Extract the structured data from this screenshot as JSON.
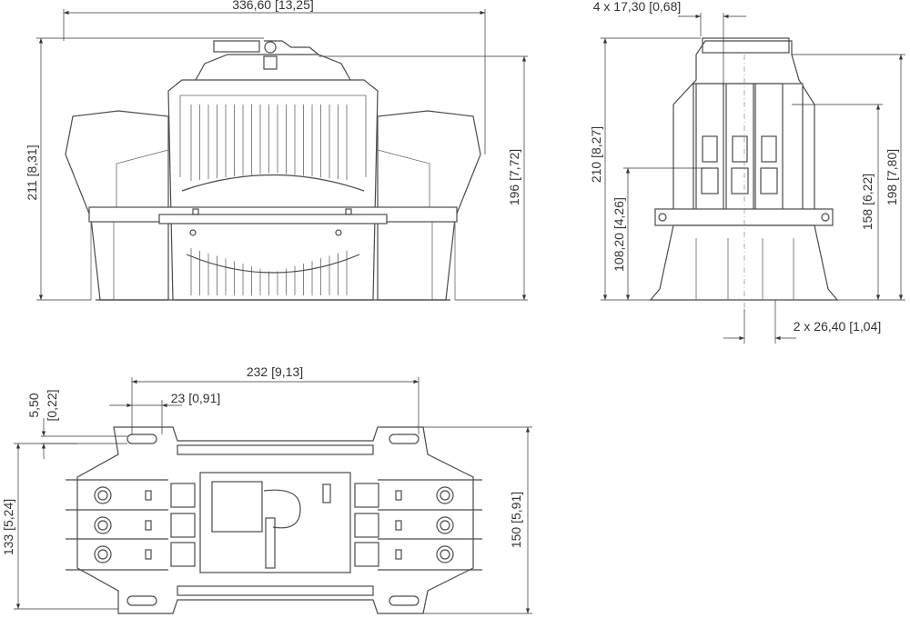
{
  "drawing": {
    "front_view": {
      "width_label": "336,60 [13,25]",
      "height_total_label": "211 [8,31]",
      "height_body_label": "196 [7,72]"
    },
    "side_view": {
      "pole_pitch_label": "4 x 17,30 [0,68]",
      "height_total_label": "210 [8,27]",
      "height_terminal_label": "108,20 [4,26]",
      "height_upper_label": "158 [6,22]",
      "height_body_label": "198 [7,80]",
      "base_pitch_label": "2 x 26,40 [1,04]"
    },
    "top_view": {
      "mount_spacing_label": "232 [9,13]",
      "slot_offset_label": "23 [0,91]",
      "slot_width_label_top": "5,50",
      "slot_width_label_bottom": "[0,22]",
      "inner_depth_label": "133 [5,24]",
      "outer_depth_label": "150 [5,91]"
    }
  }
}
